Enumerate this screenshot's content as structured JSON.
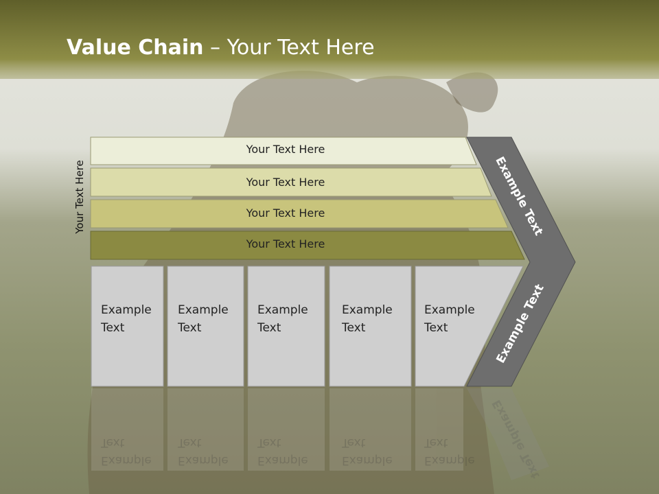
{
  "title": {
    "bold": "Value Chain",
    "rest": " – Your Text Here"
  },
  "side_label": "Your Text Here",
  "rows": [
    {
      "label": "Your Text Here",
      "color": "#eceed9"
    },
    {
      "label": "Your Text Here",
      "color": "#dcdcaa"
    },
    {
      "label": "Your Text Here",
      "color": "#c8c47c"
    },
    {
      "label": "Your Text Here",
      "color": "#8b8a42"
    }
  ],
  "boxes": [
    {
      "line1": "Example",
      "line2": "Text"
    },
    {
      "line1": "Example",
      "line2": "Text"
    },
    {
      "line1": "Example",
      "line2": "Text"
    },
    {
      "line1": "Example",
      "line2": "Text"
    },
    {
      "line1": "Example",
      "line2": "Text"
    }
  ],
  "chevron": {
    "upper_label": "Example Text",
    "lower_label": "Example Text",
    "color": "#6e6e6e"
  },
  "colors": {
    "header": "#7d7d3c",
    "box": "#cfcfcf"
  }
}
